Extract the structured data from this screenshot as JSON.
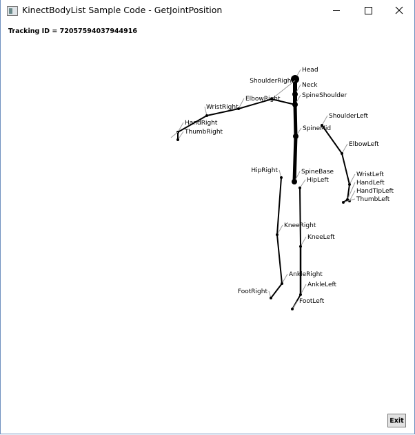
{
  "window": {
    "title": "KinectBodyList Sample Code - GetJointPosition",
    "icon": "app-window-icon"
  },
  "tracking_text": "Tracking ID = 72057594037944916",
  "joints": [
    "Head",
    "Neck",
    "SpineShoulder",
    "SpineMid",
    "SpineBase",
    "ShoulderRight",
    "ElbowRight",
    "WristRight",
    "HandRight",
    "ThumbRight",
    "ShoulderLeft",
    "ElbowLeft",
    "WristLeft",
    "HandLeft",
    "HandTipLeft",
    "ThumbLeft",
    "HipRight",
    "KneeRight",
    "AnkleRight",
    "FootRight",
    "HipLeft",
    "KneeLeft",
    "AnkleLeft",
    "FootLeft"
  ],
  "exit_label": "Exit",
  "colors": {
    "bone": "#000000",
    "label_line": "#999999",
    "border": "#6d8fbf"
  }
}
